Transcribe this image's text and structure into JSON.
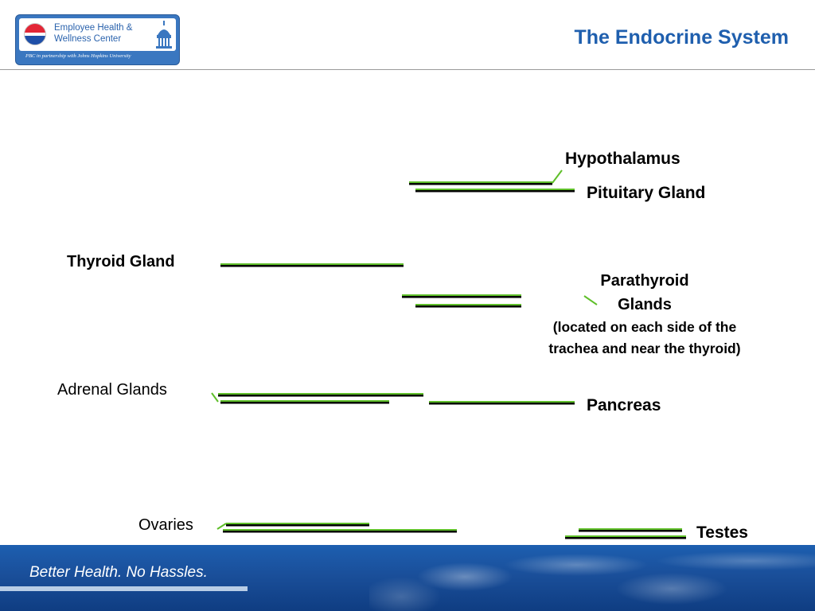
{
  "header": {
    "title": "The Endocrine System",
    "logo": {
      "line1": "Employee Health &",
      "line2": "Wellness Center",
      "tagline": "PBC in partnership with Johns Hopkins University"
    }
  },
  "diagram": {
    "labels": {
      "hypothalamus": "Hypothalamus",
      "pituitary": "Pituitary Gland",
      "thyroid": "Thyroid Gland",
      "parathyroid_line1": "Parathyroid",
      "parathyroid_line2": "Glands",
      "parathyroid_note": "(located on each side of the trachea and near the thyroid)",
      "adrenal": "Adrenal Glands",
      "pancreas": "Pancreas",
      "ovaries": "Ovaries",
      "testes": "Testes"
    },
    "line_color": "#5fbf2a",
    "shadow_color": "#000000"
  },
  "footer": {
    "tagline": "Better Health.  No Hassles."
  }
}
